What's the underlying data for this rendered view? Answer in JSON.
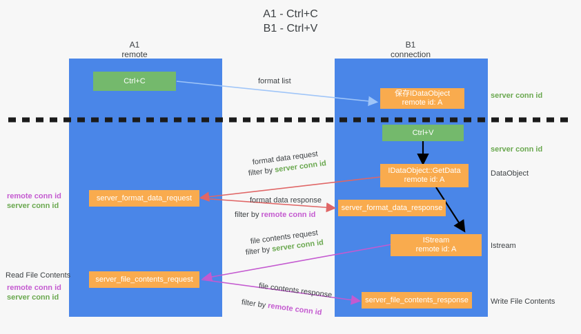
{
  "title": {
    "line1": "A1 - Ctrl+C",
    "line2": "B1 - Ctrl+V"
  },
  "columns": [
    {
      "name": "A1",
      "sub": "remote"
    },
    {
      "name": "B1",
      "sub": "connection"
    }
  ],
  "colors": {
    "lane": "#4a86e8",
    "green_box": "#74b96c",
    "orange_box": "#f9ab4e",
    "server_conn_id": "#6aa84f",
    "remote_conn_id": "#c45ad0",
    "arrow_light_blue": "#9fc5f8",
    "arrow_red": "#e06666",
    "arrow_purple": "#c45ad0",
    "arrow_black": "#000000",
    "divider": "#1b1b1b",
    "text": "#3c4043",
    "background": "#f7f7f7"
  },
  "boxes": {
    "ctrl_c": {
      "label": "Ctrl+C"
    },
    "ctrl_v": {
      "label": "Ctrl+V"
    },
    "save_idataobject": {
      "line1": "保存IDataObject",
      "line2": "remote id: A"
    },
    "getdata": {
      "line1": "IDataObject::GetData",
      "line2": "remote id: A"
    },
    "istream": {
      "line1": "IStream",
      "line2": "remote id: A"
    },
    "server_format_data_request": {
      "label": "server_format_data_request"
    },
    "server_format_data_response": {
      "label": "server_format_data_response"
    },
    "server_file_contents_request": {
      "label": "server_file_contents_request"
    },
    "server_file_contents_response": {
      "label": "server_file_contents_response"
    }
  },
  "right_labels": [
    {
      "text": "server conn id",
      "style": "green"
    },
    {
      "text": "server conn id",
      "style": "green"
    },
    {
      "text": "DataObject",
      "style": "plain"
    },
    {
      "text": "Istream",
      "style": "plain"
    },
    {
      "text": "Write File Contents",
      "style": "plain"
    }
  ],
  "left_labels": {
    "format_block": [
      {
        "text": "remote conn id",
        "style": "purple"
      },
      {
        "text": "server conn id",
        "style": "green"
      }
    ],
    "read_file_contents": {
      "text": "Read File Contents",
      "style": "plain"
    },
    "file_block": [
      {
        "text": "remote conn id",
        "style": "purple"
      },
      {
        "text": "server conn id",
        "style": "green"
      }
    ]
  },
  "arrow_captions": {
    "format_list": "format list",
    "format_data_request": "format data request",
    "format_data_request_filter_prefix": "filter by ",
    "format_data_request_filter_key": "server conn id",
    "format_data_response": "format data response",
    "format_data_response_filter_prefix": "filter by ",
    "format_data_response_filter_key": "remote conn id",
    "file_contents_request": "file contents request",
    "file_contents_request_filter_prefix": "filter by ",
    "file_contents_request_filter_key": "server conn id",
    "file_contents_response": "file contents response",
    "file_contents_response_filter_prefix": "filter by ",
    "file_contents_response_filter_key": "remote conn id"
  }
}
